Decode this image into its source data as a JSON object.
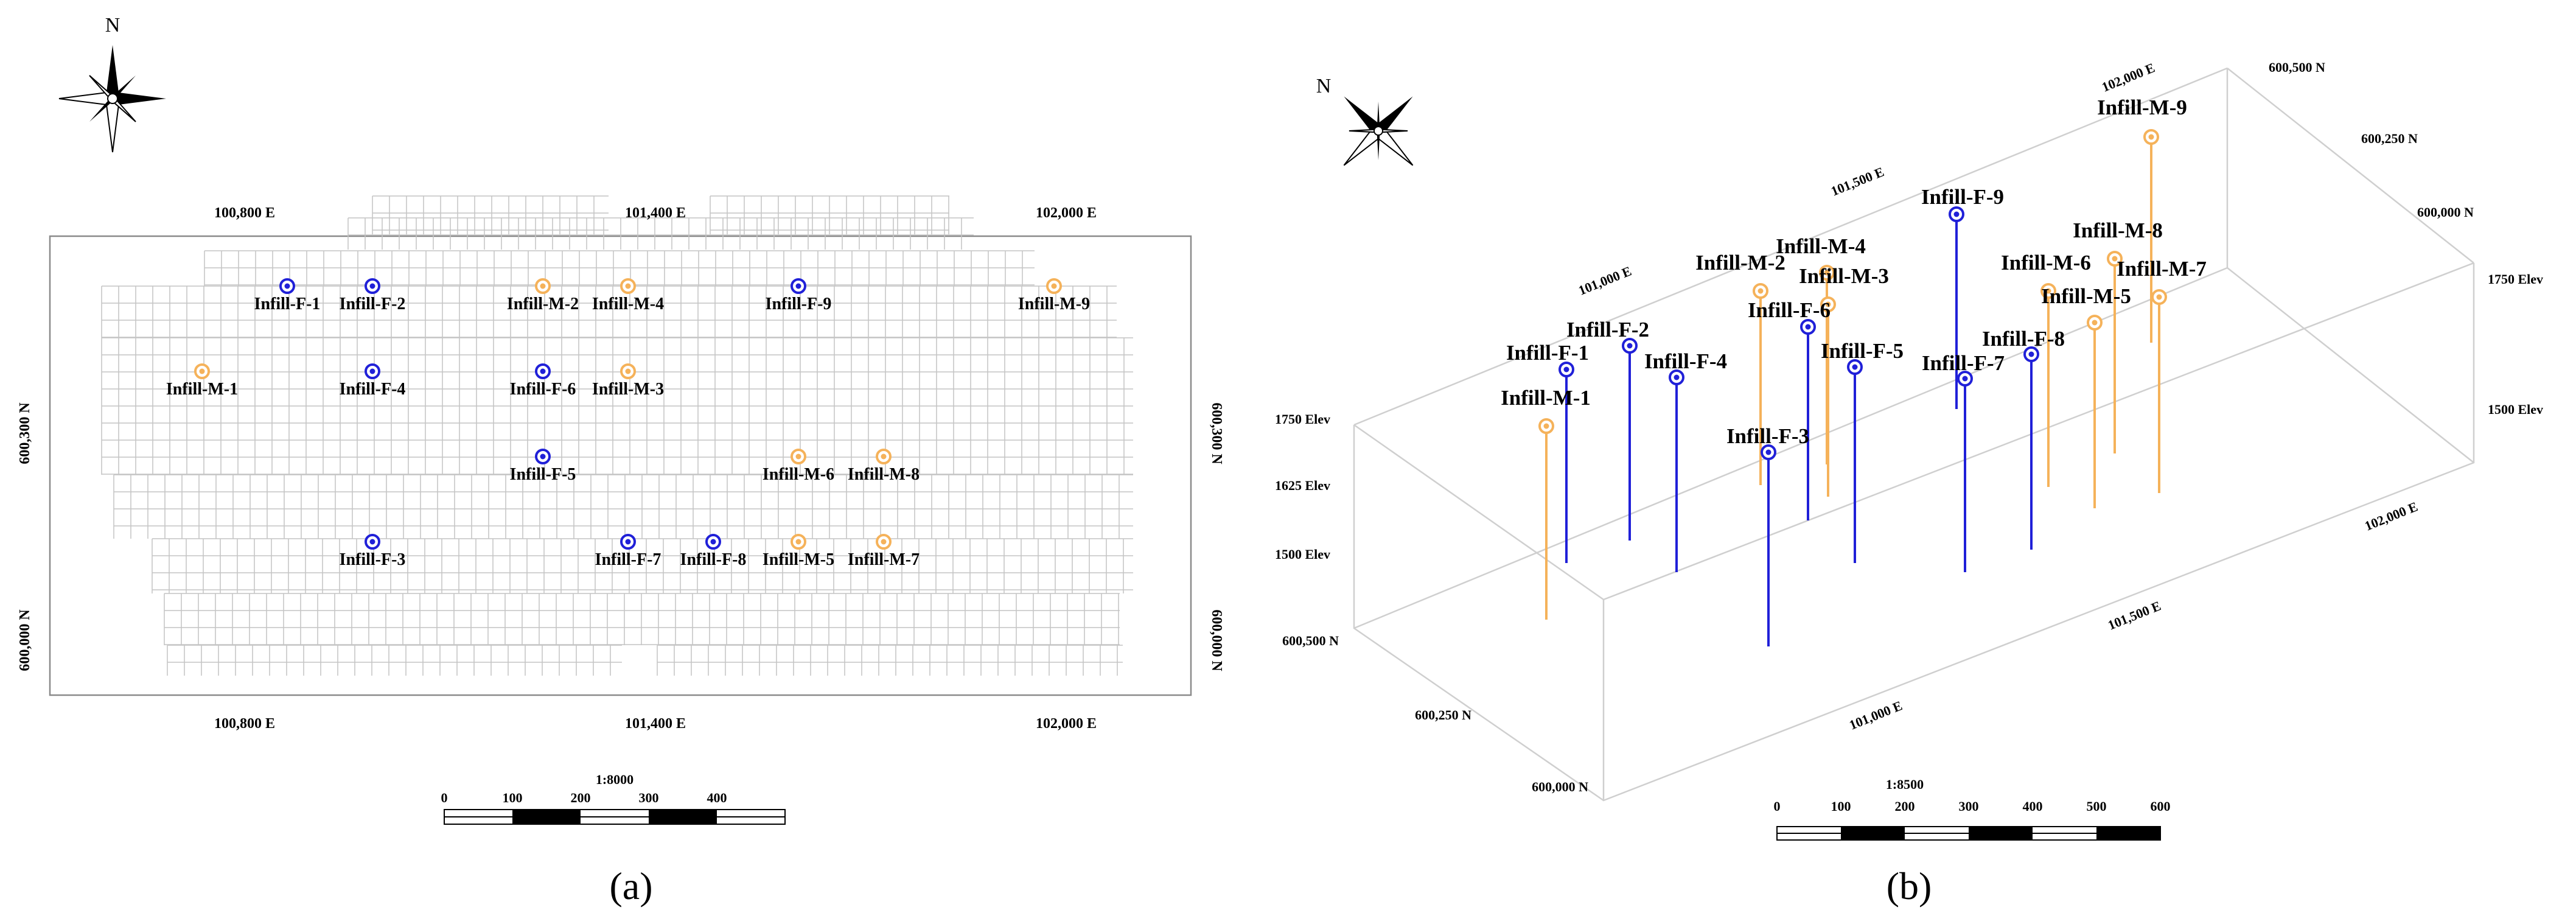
{
  "colors": {
    "fixed": "#2020d8",
    "mobile": "#f5b25a",
    "grid": "#c4c4c4",
    "frame": "#8a8a8a",
    "box": "#cfcfcf"
  },
  "panel_a": {
    "north": "N",
    "caption": "(a)",
    "x_ticks": [
      "100,800 E",
      "101,400 E",
      "102,000 E"
    ],
    "y_ticks": [
      "600,300 N",
      "600,000 N"
    ],
    "scale": {
      "ratio": "1:8000",
      "labels": [
        "0",
        "100",
        "200",
        "300",
        "400"
      ]
    },
    "wells": [
      {
        "name": "Infill-F-1",
        "type": "fixed"
      },
      {
        "name": "Infill-F-2",
        "type": "fixed"
      },
      {
        "name": "Infill-M-2",
        "type": "mobile"
      },
      {
        "name": "Infill-M-4",
        "type": "mobile"
      },
      {
        "name": "Infill-F-9",
        "type": "fixed"
      },
      {
        "name": "Infill-M-9",
        "type": "mobile"
      },
      {
        "name": "Infill-M-1",
        "type": "mobile"
      },
      {
        "name": "Infill-F-4",
        "type": "fixed"
      },
      {
        "name": "Infill-F-6",
        "type": "fixed"
      },
      {
        "name": "Infill-M-3",
        "type": "mobile"
      },
      {
        "name": "Infill-F-5",
        "type": "fixed"
      },
      {
        "name": "Infill-M-6",
        "type": "mobile"
      },
      {
        "name": "Infill-M-8",
        "type": "mobile"
      },
      {
        "name": "Infill-F-3",
        "type": "fixed"
      },
      {
        "name": "Infill-F-7",
        "type": "fixed"
      },
      {
        "name": "Infill-F-8",
        "type": "fixed"
      },
      {
        "name": "Infill-M-5",
        "type": "mobile"
      },
      {
        "name": "Infill-M-7",
        "type": "mobile"
      }
    ]
  },
  "panel_b": {
    "north": "N",
    "caption": "(b)",
    "e_ticks_top": [
      "101,000 E",
      "101,500 E",
      "102,000 E"
    ],
    "n_ticks_right": [
      "600,500 N",
      "600,250 N",
      "600,000 N"
    ],
    "n_ticks_left": [
      "600,500 N",
      "600,250 N",
      "600,000 N"
    ],
    "e_ticks_bottom": [
      "101,000 E",
      "101,500 E",
      "102,000 E"
    ],
    "elev_left": [
      "1750 Elev",
      "1625 Elev",
      "1500 Elev"
    ],
    "elev_right": [
      "1750 Elev",
      "1500 Elev"
    ],
    "scale": {
      "ratio": "1:8500",
      "labels": [
        "0",
        "100",
        "200",
        "300",
        "400",
        "500",
        "600"
      ]
    },
    "wells": [
      {
        "name": "Infill-M-9",
        "type": "mobile"
      },
      {
        "name": "Infill-F-9",
        "type": "fixed"
      },
      {
        "name": "Infill-M-8",
        "type": "mobile"
      },
      {
        "name": "Infill-M-4",
        "type": "mobile"
      },
      {
        "name": "Infill-M-2",
        "type": "mobile"
      },
      {
        "name": "Infill-M-6",
        "type": "mobile"
      },
      {
        "name": "Infill-M-7",
        "type": "mobile"
      },
      {
        "name": "Infill-M-3",
        "type": "mobile"
      },
      {
        "name": "Infill-M-5",
        "type": "mobile"
      },
      {
        "name": "Infill-F-6",
        "type": "fixed"
      },
      {
        "name": "Infill-F-2",
        "type": "fixed"
      },
      {
        "name": "Infill-F-8",
        "type": "fixed"
      },
      {
        "name": "Infill-F-1",
        "type": "fixed"
      },
      {
        "name": "Infill-F-5",
        "type": "fixed"
      },
      {
        "name": "Infill-F-4",
        "type": "fixed"
      },
      {
        "name": "Infill-F-7",
        "type": "fixed"
      },
      {
        "name": "Infill-M-1",
        "type": "mobile"
      },
      {
        "name": "Infill-F-3",
        "type": "fixed"
      }
    ]
  }
}
